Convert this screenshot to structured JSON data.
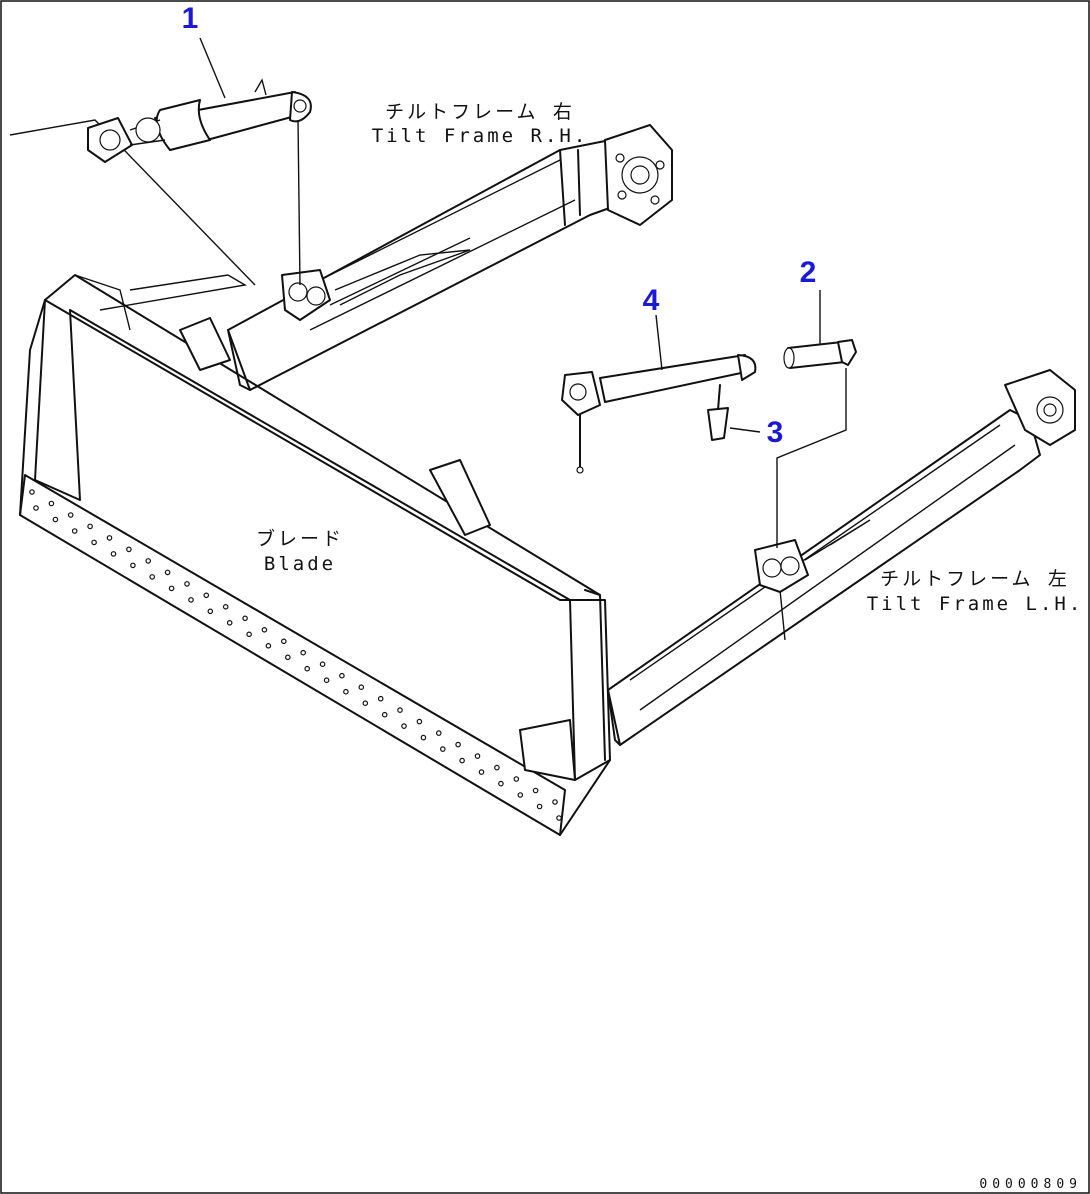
{
  "diagram": {
    "callouts": [
      {
        "id": "1",
        "text": "1"
      },
      {
        "id": "2",
        "text": "2"
      },
      {
        "id": "3",
        "text": "3"
      },
      {
        "id": "4",
        "text": "4"
      }
    ],
    "labels": {
      "tilt_frame_rh_jp": "チルトフレーム 右",
      "tilt_frame_rh_en": "Tilt Frame R.H.",
      "blade_jp": "ブレード",
      "blade_en": "Blade",
      "tilt_frame_lh_jp": "チルトフレーム 左",
      "tilt_frame_lh_en": "Tilt Frame L.H."
    },
    "document_number": "00000809",
    "colors": {
      "callout": "#1a1ad6",
      "line": "#111111",
      "background": "#ffffff"
    }
  }
}
